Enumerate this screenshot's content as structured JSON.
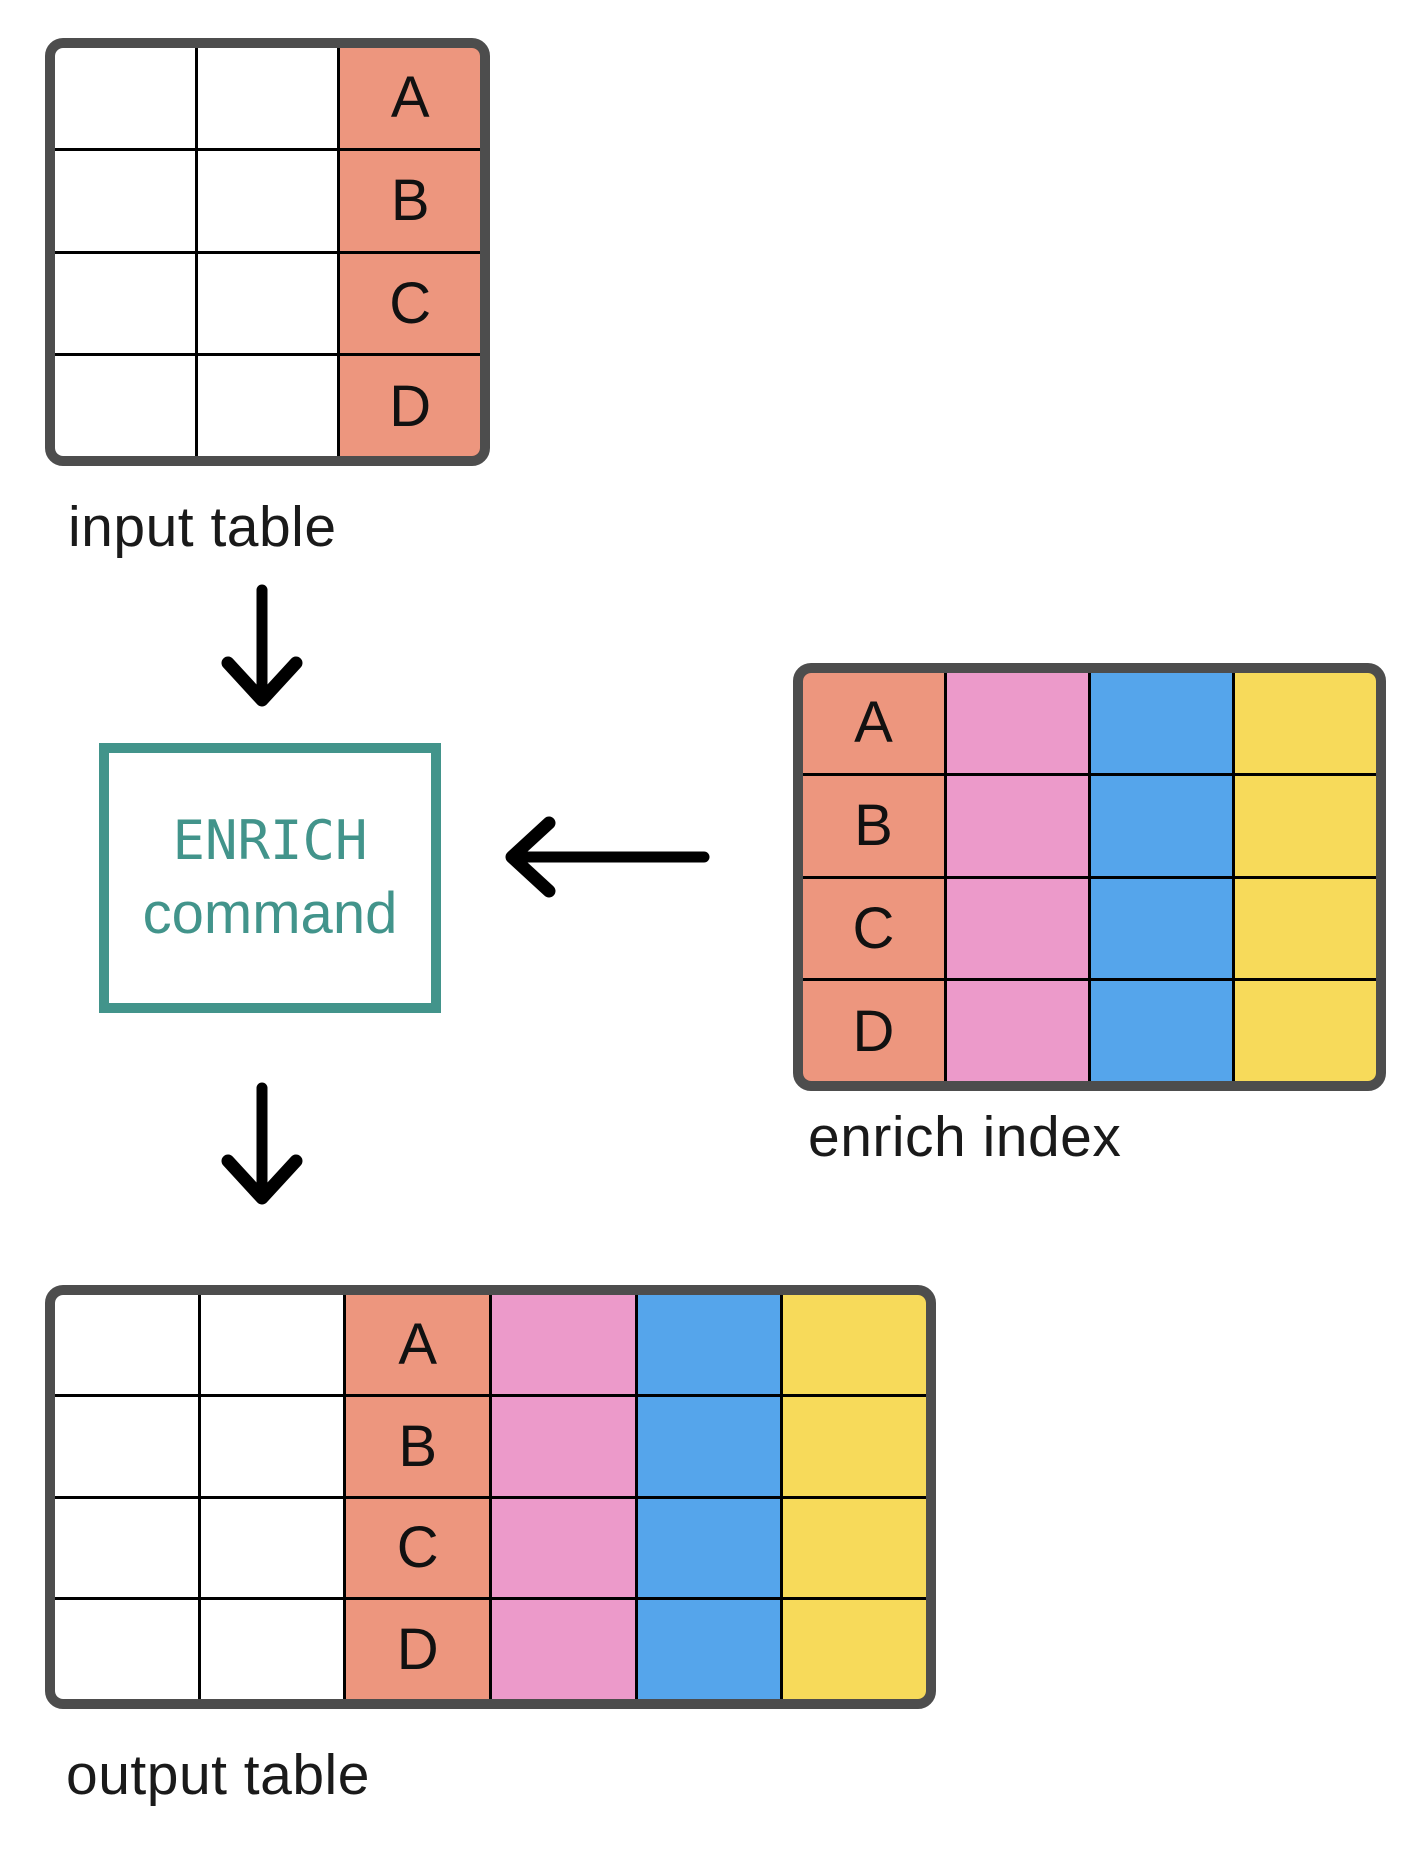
{
  "diagram": {
    "input_table": {
      "label": "input table",
      "key_column": [
        "A",
        "B",
        "C",
        "D"
      ]
    },
    "enrich_command": {
      "line1": "ENRICH",
      "line2": "command"
    },
    "enrich_index": {
      "label": "enrich index",
      "key_column": [
        "A",
        "B",
        "C",
        "D"
      ]
    },
    "output_table": {
      "label": "output table",
      "key_column": [
        "A",
        "B",
        "C",
        "D"
      ]
    }
  },
  "colors": {
    "key_salmon": "#ED967E",
    "field_pink": "#EC9ACA",
    "field_blue": "#55A5EB",
    "field_yellow": "#F7DA5A",
    "enrich_teal": "#42948B",
    "table_border": "#4D4D4D",
    "grid_line": "#000000",
    "arrow_black": "#000000",
    "label_text": "#1A1A1A",
    "background": "#FFFFFF"
  }
}
